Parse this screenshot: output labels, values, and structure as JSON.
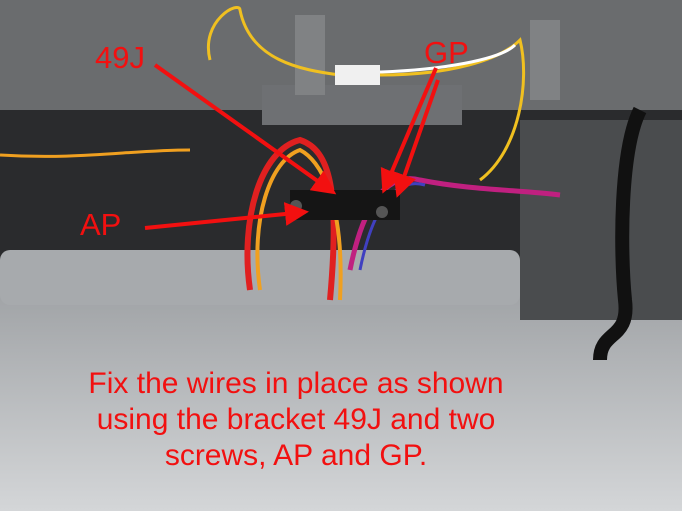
{
  "labels": {
    "bracket": "49J",
    "screw_gp": "GP",
    "screw_ap": "AP"
  },
  "caption": {
    "line1": "Fix the wires in place as shown",
    "line2": "using the bracket 49J and two",
    "line3": "screws, AP and GP."
  },
  "colors": {
    "annotation": "#f21010",
    "chassis": "#3c3e40",
    "base": "#c8cacc"
  }
}
